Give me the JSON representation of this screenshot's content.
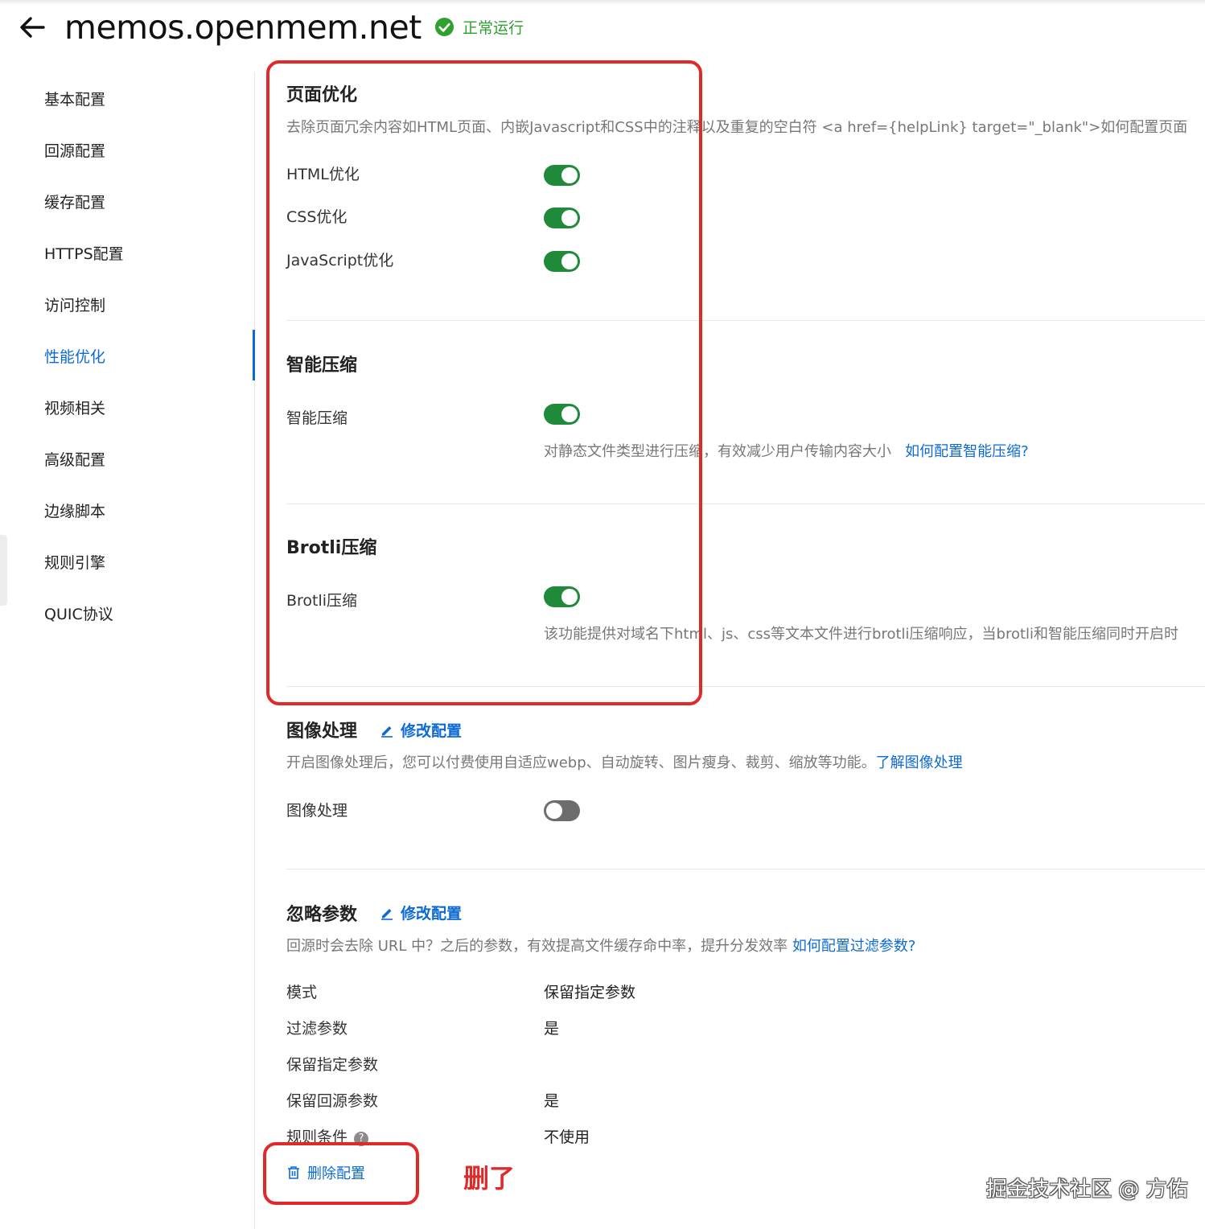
{
  "header": {
    "domain": "memos.openmem.net",
    "status": "正常运行"
  },
  "sidebar": {
    "items": [
      {
        "label": "基本配置"
      },
      {
        "label": "回源配置"
      },
      {
        "label": "缓存配置"
      },
      {
        "label": "HTTPS配置"
      },
      {
        "label": "访问控制"
      },
      {
        "label": "性能优化",
        "active": true
      },
      {
        "label": "视频相关"
      },
      {
        "label": "高级配置"
      },
      {
        "label": "边缘脚本"
      },
      {
        "label": "规则引擎"
      },
      {
        "label": "QUIC协议"
      }
    ]
  },
  "page_opt": {
    "title": "页面优化",
    "desc": "去除页面冗余内容如HTML页面、内嵌Javascript和CSS中的注释以及重复的空白符 <a href={helpLink} target=\"_blank\">如何配置页面",
    "html_label": "HTML优化",
    "css_label": "CSS优化",
    "js_label": "JavaScript优化",
    "html_on": true,
    "css_on": true,
    "js_on": true
  },
  "smart_comp": {
    "title": "智能压缩",
    "label": "智能压缩",
    "on": true,
    "desc": "对静态文件类型进行压缩，有效减少用户传输内容大小",
    "link": "如何配置智能压缩?"
  },
  "brotli": {
    "title": "Brotli压缩",
    "label": "Brotli压缩",
    "on": true,
    "desc": "该功能提供对域名下html、js、css等文本文件进行brotli压缩响应，当brotli和智能压缩同时开启时"
  },
  "image": {
    "title": "图像处理",
    "edit": "修改配置",
    "desc": "开启图像处理后，您可以付费使用自适应webp、自动旋转、图片瘦身、裁剪、缩放等功能。",
    "link": "了解图像处理",
    "label": "图像处理",
    "on": false
  },
  "ignore": {
    "title": "忽略参数",
    "edit": "修改配置",
    "desc": "回源时会去除 URL 中？之后的参数，有效提高文件缓存命中率，提升分发效率",
    "link": "如何配置过滤参数?",
    "rows": [
      {
        "label": "模式",
        "value": "保留指定参数"
      },
      {
        "label": "过滤参数",
        "value": "是"
      },
      {
        "label": "保留指定参数",
        "value": ""
      },
      {
        "label": "保留回源参数",
        "value": "是"
      },
      {
        "label": "规则条件",
        "value": "不使用"
      }
    ],
    "delete": "删除配置"
  },
  "annotation": "删了",
  "watermark": "掘金技术社区 @ 方佑",
  "colors": {
    "accent": "#0d6ad4",
    "toggle_on": "#1f8a3a",
    "status": "#2ea12e",
    "annotation": "#e02a2a"
  }
}
